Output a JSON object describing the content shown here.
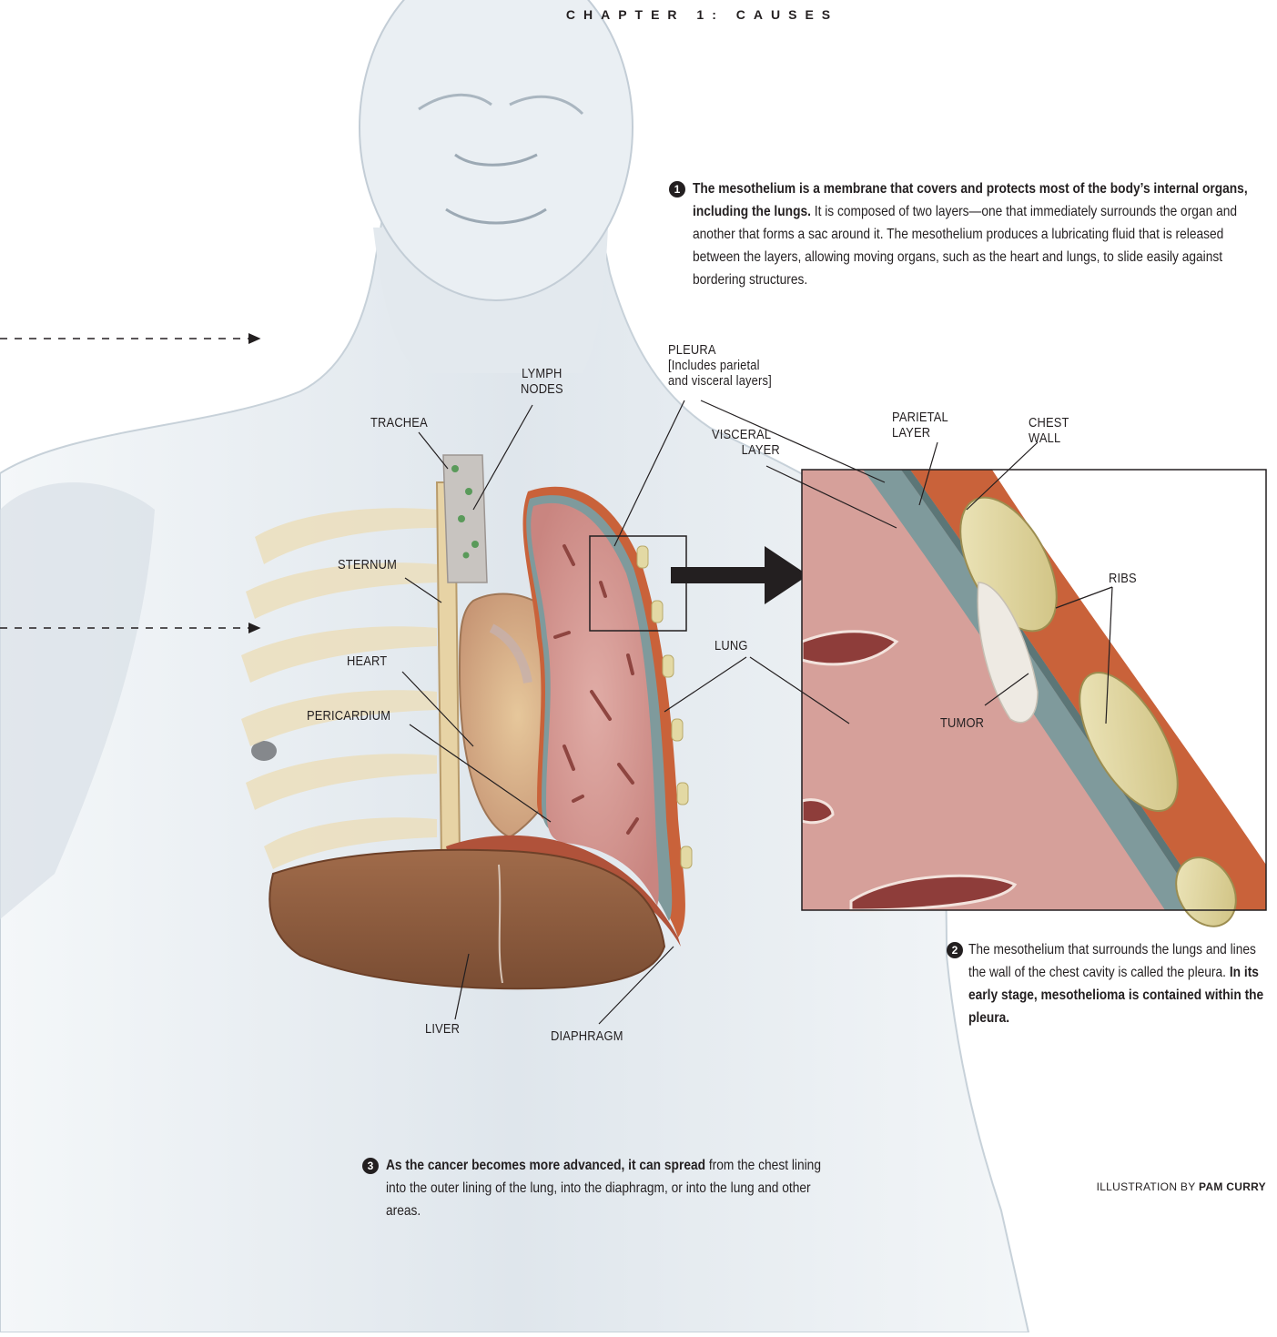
{
  "header": {
    "chapter": "CHAPTER 1: CAUSES"
  },
  "steps": [
    {
      "number": "1",
      "bold": "The mesothelium is a membrane that covers and protects most of the body’s internal organs, including the lungs.",
      "text": " It is composed of two layers—one that immediately surrounds the organ and another that forms a sac around it. The mesothelium produces a lubricating fluid that is released between the layers, allowing moving organs, such as the heart and lungs, to slide easily against bordering structures."
    },
    {
      "number": "2",
      "text": "The mesothelium that surrounds the lungs and lines the wall of the chest cavity is called the pleura. ",
      "bold": "In its early stage, mesothelioma is contained within the pleura."
    },
    {
      "number": "3",
      "bold": "As the cancer becomes more advanced, it can spread",
      "text": " from the chest lining into the outer lining of the lung, into the diaphragm, or into the lung and other areas."
    }
  ],
  "labels": {
    "trachea": "TRACHEA",
    "lymph_nodes": [
      "LYMPH",
      "NODES"
    ],
    "pleura": [
      "PLEURA",
      "[Includes parietal",
      "and visceral layers]"
    ],
    "visceral_layer": [
      "VISCERAL",
      "LAYER"
    ],
    "parietal_layer": [
      "PARIETAL",
      "LAYER"
    ],
    "chest_wall": [
      "CHEST",
      "WALL"
    ],
    "ribs": "RIBS",
    "sternum": "STERNUM",
    "heart": "HEART",
    "pericardium": "PERICARDIUM",
    "lung": "LUNG",
    "tumor": "TUMOR",
    "liver": "LIVER",
    "diaphragm": "DIAPHRAGM"
  },
  "credit": {
    "prefix": "ILLUSTRATION BY ",
    "name": "PAM CURRY"
  },
  "colors": {
    "skin": "#e6ecf1",
    "lung": "#d79a95",
    "pleura_gray": "#7f9a9c",
    "chest_wall": "#c9623a",
    "rib": "#e3d9a4",
    "liver": "#8a5a3c",
    "bone": "#e9d9b4",
    "text": "#231f20"
  }
}
